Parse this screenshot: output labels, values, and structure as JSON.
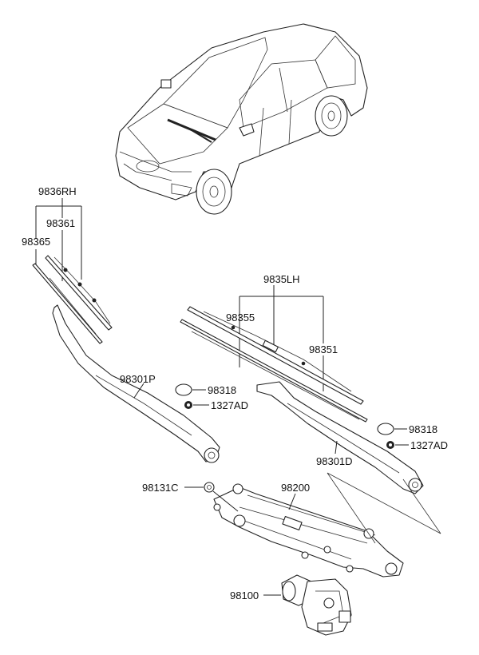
{
  "labels": {
    "rh_group": "9836RH",
    "rh_refill": "98361",
    "rh_blade": "98365",
    "rh_arm": "98301P",
    "rh_cap": "98318",
    "rh_nut": "1327AD",
    "lh_group": "9835LH",
    "lh_blade": "98355",
    "lh_refill": "98351",
    "lh_cap": "98318",
    "lh_nut": "1327AD",
    "lh_arm": "98301D",
    "pivot_cap": "98131C",
    "linkage": "98200",
    "motor": "98100"
  }
}
